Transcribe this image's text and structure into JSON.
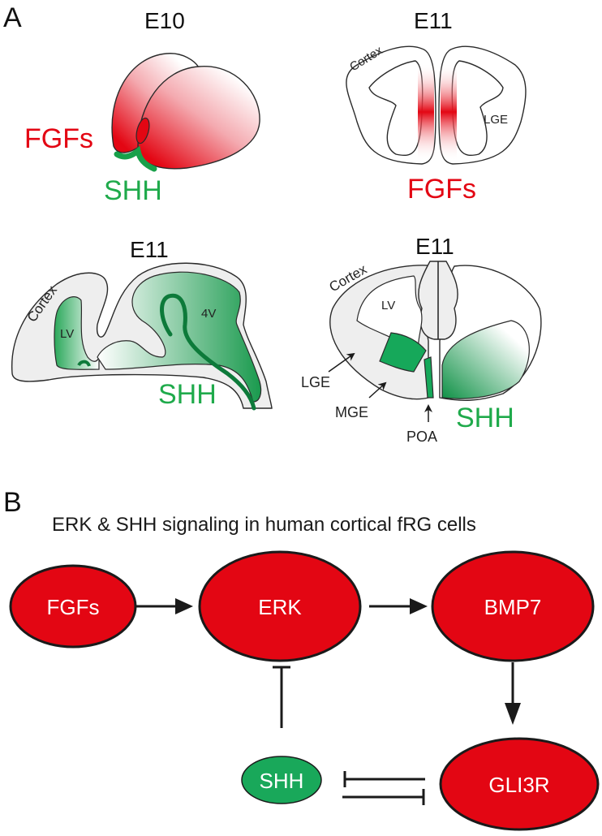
{
  "panel_a": {
    "letter": "A",
    "e10_view": {
      "stage": "E10",
      "fgfs_label": "FGFs",
      "shh_label": "SHH"
    },
    "e11_coronal_fgf": {
      "stage": "E11",
      "cortex_label": "Cortex",
      "lge_label": "LGE",
      "fgfs_label": "FGFs"
    },
    "e11_sagittal": {
      "stage": "E11",
      "cortex_label": "Cortex",
      "lv_label": "LV",
      "v4_label": "4V",
      "shh_label": "SHH"
    },
    "e11_coronal_shh": {
      "stage": "E11",
      "cortex_label": "Cortex",
      "lv_label": "LV",
      "lge_label": "LGE",
      "mge_label": "MGE",
      "poa_label": "POA",
      "shh_label": "SHH"
    }
  },
  "panel_b": {
    "letter": "B",
    "title": "ERK & SHH signaling in human cortical fRG cells",
    "nodes": {
      "fgfs": "FGFs",
      "erk": "ERK",
      "bmp7": "BMP7",
      "gli3r": "GLI3R",
      "shh": "SHH"
    },
    "edges": [
      {
        "from": "FGFs",
        "to": "ERK",
        "type": "activation"
      },
      {
        "from": "ERK",
        "to": "BMP7",
        "type": "activation"
      },
      {
        "from": "BMP7",
        "to": "GLI3R",
        "type": "activation"
      },
      {
        "from": "SHH",
        "to": "ERK",
        "type": "inhibition"
      },
      {
        "from": "GLI3R",
        "to": "SHH",
        "type": "inhibition"
      },
      {
        "from": "SHH",
        "to": "GLI3R",
        "type": "inhibition"
      }
    ]
  },
  "colors": {
    "fgf_red": "#e30613",
    "shh_green": "#1faa4b",
    "node_red": "#e30613",
    "node_green": "#19a85a",
    "tissue_gray": "#eeeeee"
  }
}
